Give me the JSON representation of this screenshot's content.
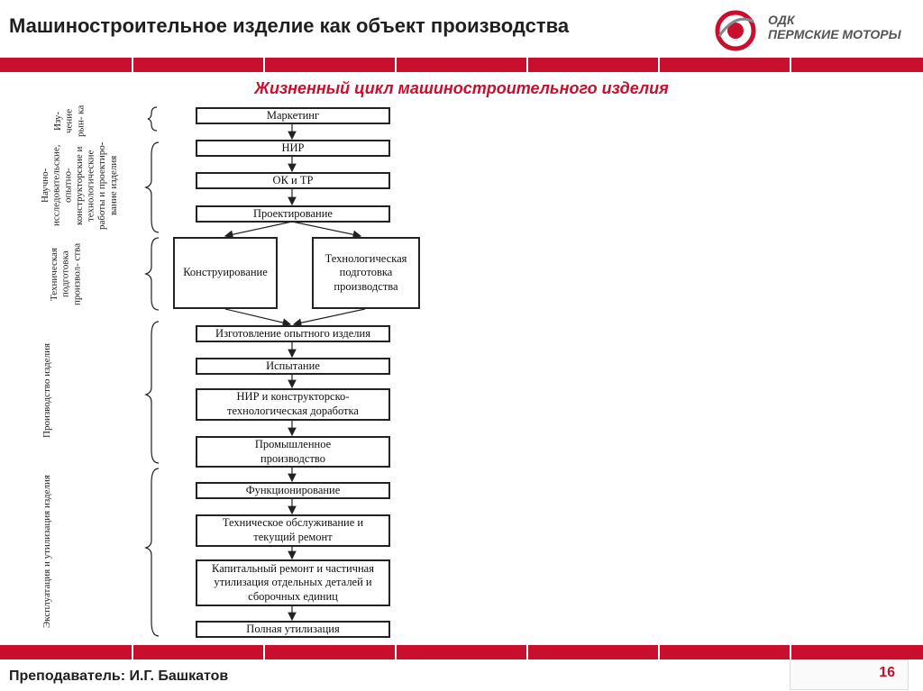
{
  "header": {
    "title": "Машиностроительное изделие как объект производства",
    "logo_line1": "ОДК",
    "logo_line2": "ПЕРМСКИЕ МОТОРЫ"
  },
  "subtitle": "Жизненный цикл машиностроительного изделия",
  "diagram": {
    "boxes": {
      "marketing": "Маркетинг",
      "nir": "НИР",
      "ok_tr": "ОК и ТР",
      "design": "Проектирование",
      "construct": "Конструирование",
      "tech_prep": "Технологическая подготовка производства",
      "prototype": "Изготовление опытного изделия",
      "testing": "Испытание",
      "nir_dev": "НИР и конструкторско-технологическая доработка",
      "industrial": "Промышленное производство",
      "operation": "Функционирование",
      "maintenance": "Техническое обслуживание и текущий ремонт",
      "overhaul": "Капитальный ремонт и частичная утилизация отдельных деталей и сборочных единиц",
      "disposal": "Полная утилизация"
    },
    "phases": {
      "market_study": "Изу- чение рын- ка",
      "rnd": "Научно- исследовательские, опытно- конструкторские и технологические работы и проектиро- вание изделия",
      "tech_prep": "Техническая подготовка произвол- ства",
      "production": "Производство изделия",
      "exploitation": "Эксплуатация и утилизация изделия"
    }
  },
  "footer": {
    "teacher": "Преподаватель: И.Г. Башкатов",
    "page": "16"
  },
  "colors": {
    "accent": "#c8102e"
  }
}
